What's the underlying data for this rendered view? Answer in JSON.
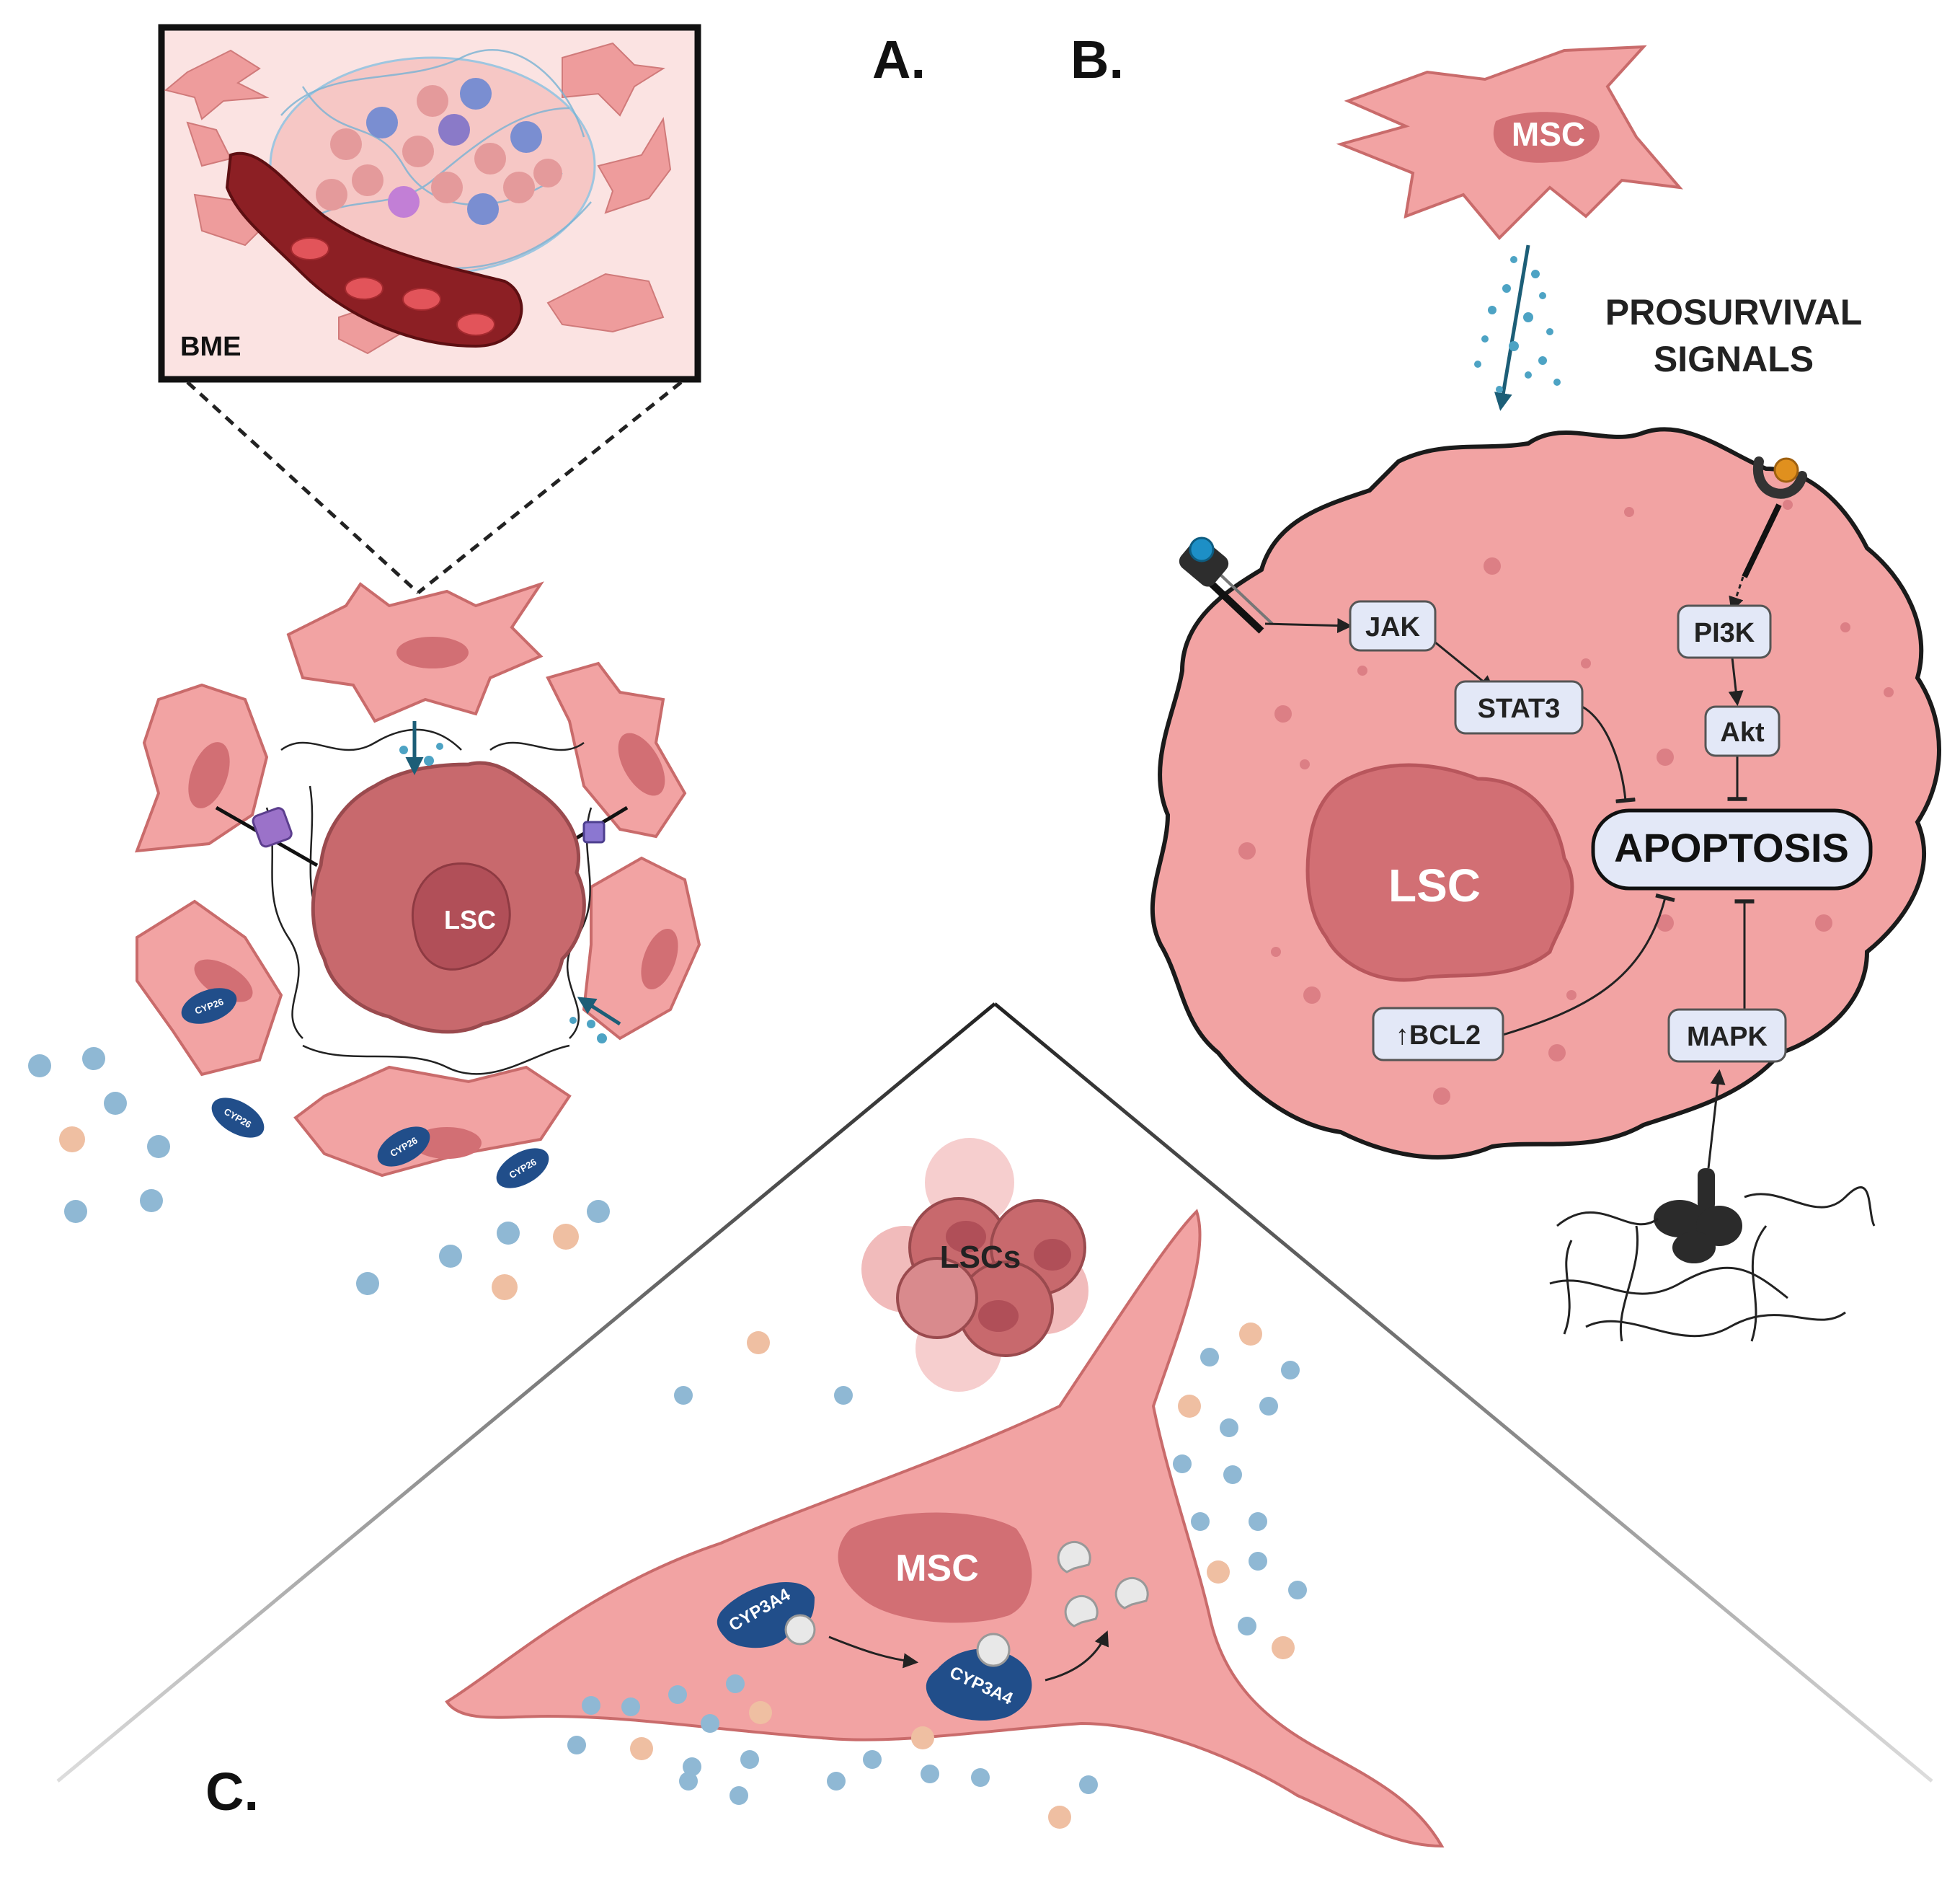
{
  "panels": {
    "a": {
      "label": "A."
    },
    "b": {
      "label": "B."
    },
    "c": {
      "label": "C."
    }
  },
  "inset": {
    "label": "BME"
  },
  "panel_a": {
    "lsc": "LSC",
    "cyp_labels": [
      "CYP26",
      "CYP26",
      "CYP26",
      "CYP26"
    ]
  },
  "panel_b": {
    "msc": "MSC",
    "signals_line1": "PROSURVIVAL",
    "signals_line2": "SIGNALS",
    "lsc": "LSC",
    "nodes": {
      "jak": "JAK",
      "stat3": "STAT3",
      "pi3k": "PI3K",
      "akt": "Akt",
      "apoptosis": "APOPTOSIS",
      "bcl2": "↑BCL2",
      "mapk": "MAPK"
    }
  },
  "panel_c": {
    "lscs": "LSCs",
    "msc": "MSC",
    "cyp_left": "CYP3A4",
    "cyp_right": "CYP3A4"
  },
  "colors": {
    "cell_fill": "#f2a3a3",
    "cell_stroke": "#c96b6b",
    "nucleus": "#d26f74",
    "lsc_fill": "#c8696d",
    "node_fill": "#e3e8f7",
    "dot_blue": "#8fb8d4",
    "dot_peach": "#efbfa2",
    "enzyme": "#214e8a"
  }
}
